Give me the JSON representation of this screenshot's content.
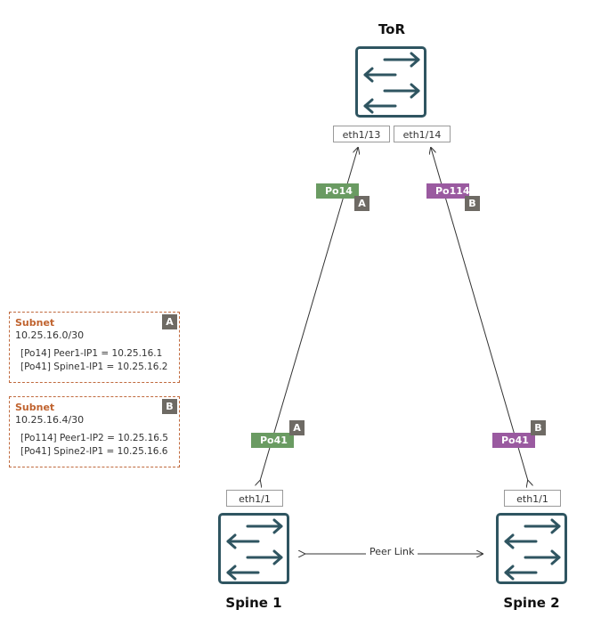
{
  "tor": {
    "title": "ToR",
    "ports": [
      "eth1/13",
      "eth1/14"
    ]
  },
  "spine1": {
    "title": "Spine 1",
    "port": "eth1/1"
  },
  "spine2": {
    "title": "Spine 2",
    "port": "eth1/1"
  },
  "links": {
    "peer_link": "Peer Link",
    "po14": "Po14",
    "po114": "Po114",
    "po41_spine1": "Po41",
    "po41_spine2": "Po41"
  },
  "badges": {
    "a": "A",
    "b": "B"
  },
  "subnets": [
    {
      "badge": "A",
      "title": "Subnet",
      "cidr": "10.25.16.0/30",
      "line1": "[Po14] Peer1-IP1 = 10.25.16.1",
      "line2": "[Po41] Spine1-IP1 = 10.25.16.2"
    },
    {
      "badge": "B",
      "title": "Subnet",
      "cidr": "10.25.16.4/30",
      "line1": "[Po114] Peer1-IP2 = 10.25.16.5",
      "line2": "[Po41] Spine2-IP1 = 10.25.16.6"
    }
  ],
  "colors": {
    "switch": "#2f5561",
    "po_green": "#6a9b62",
    "po_purple": "#9a5aa0",
    "badge": "#6e6a64",
    "subnet_title": "#c0632f",
    "subnet_border": "#c06a3e"
  }
}
